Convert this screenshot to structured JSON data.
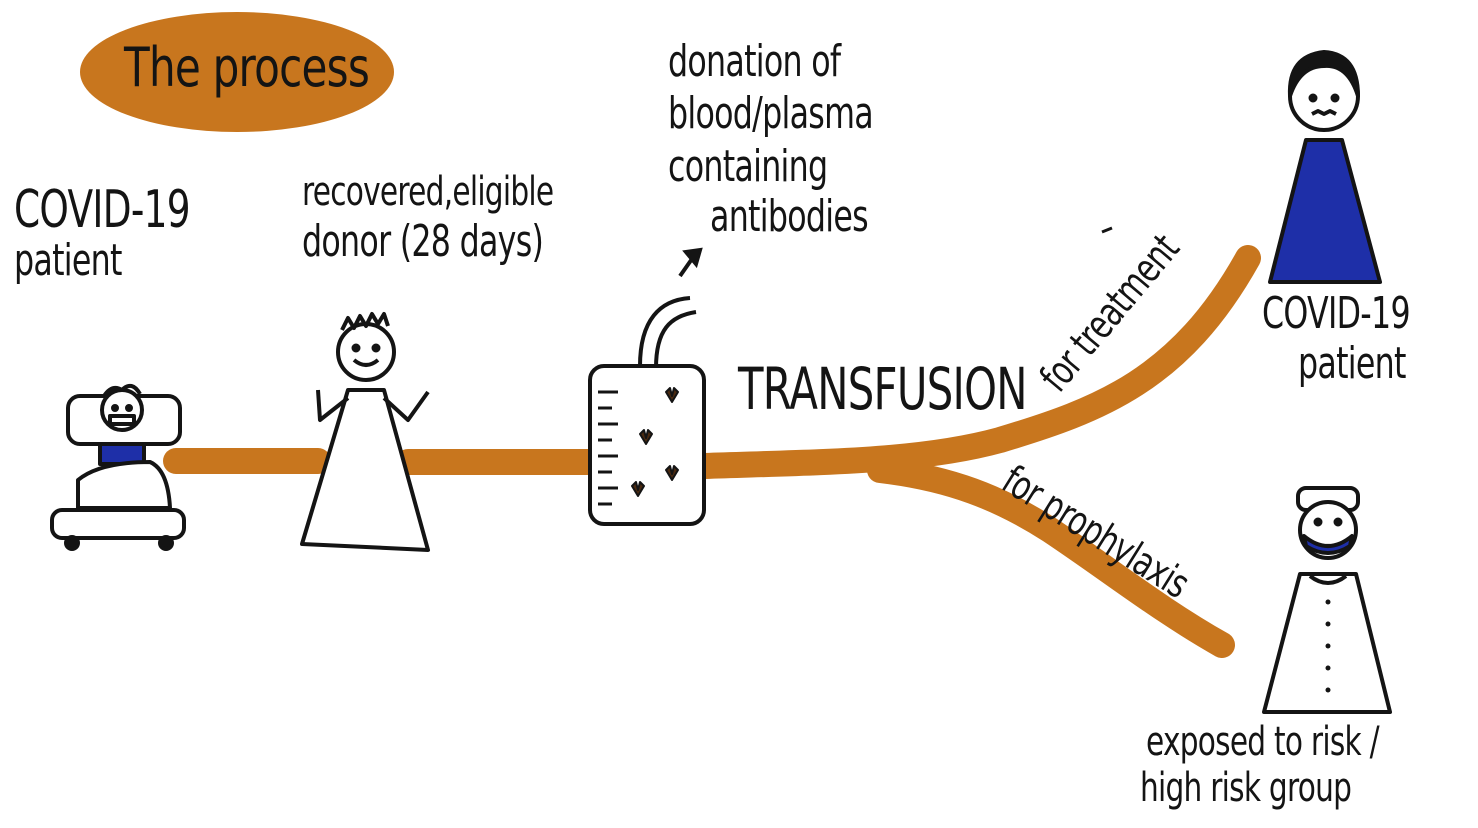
{
  "title": "The process",
  "nodes": {
    "patient_left": {
      "line1": "COVID-19",
      "line2": "patient"
    },
    "donor": {
      "line1": "recovered,eligible",
      "line2": "donor (28 days)"
    },
    "donation": {
      "line1": "donation of",
      "line2": "blood/plasma",
      "line3": "containing",
      "line4": "antibodies"
    },
    "transfusion": "TRANSFUSION",
    "branch_treatment": "for treatment",
    "branch_prophylaxis": "for prophylaxis",
    "patient_right": {
      "line1": "COVID-19",
      "line2": "patient"
    },
    "exposed": {
      "line1": "exposed to risk /",
      "line2": "high risk group"
    }
  },
  "colors": {
    "accent": "#C8761E",
    "ink": "#141414",
    "mask_blue": "#1E2FA8",
    "background": "#FFFFFF"
  }
}
